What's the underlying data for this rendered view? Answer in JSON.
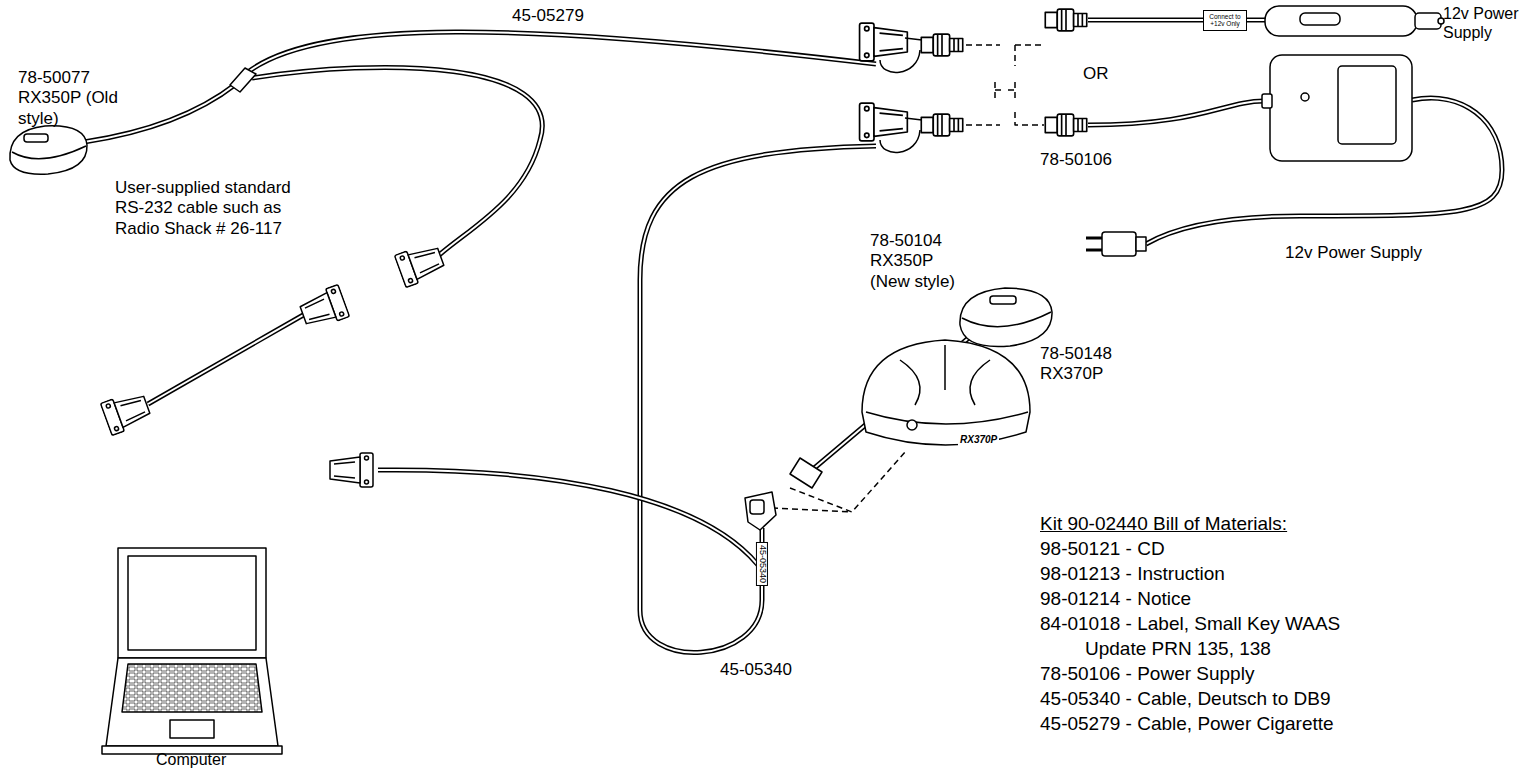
{
  "diagram": {
    "nodes": [
      {
        "text": [
          "Connect to +12v Only"
        ]
      }
    ],
    "labels": [
      "45-05279",
      "12v Power Supply",
      "OR",
      "78-50106",
      "12v Power Supply",
      "78-50077 RX350P (Old style)",
      "User-supplied standard RS-232 cable such as Radio Shack # 26-117",
      "78-50104 RX350P (New style)",
      "78-50148 RX370P",
      "RX370P",
      "45-05340",
      "45-05340",
      "Computer",
      "Kit 90-02440 Bill of Materials:",
      "98-50121 - CD",
      "98-01213 - Instruction",
      "98-01214 - Notice",
      "84-01018 - Label, Small Key WAAS Update PRN 135, 138",
      "78-50106 - Power Supply",
      "45-05340 - Cable, Deutsch to DB9",
      "45-05279 - Cable, Power Cigarette"
    ]
  }
}
